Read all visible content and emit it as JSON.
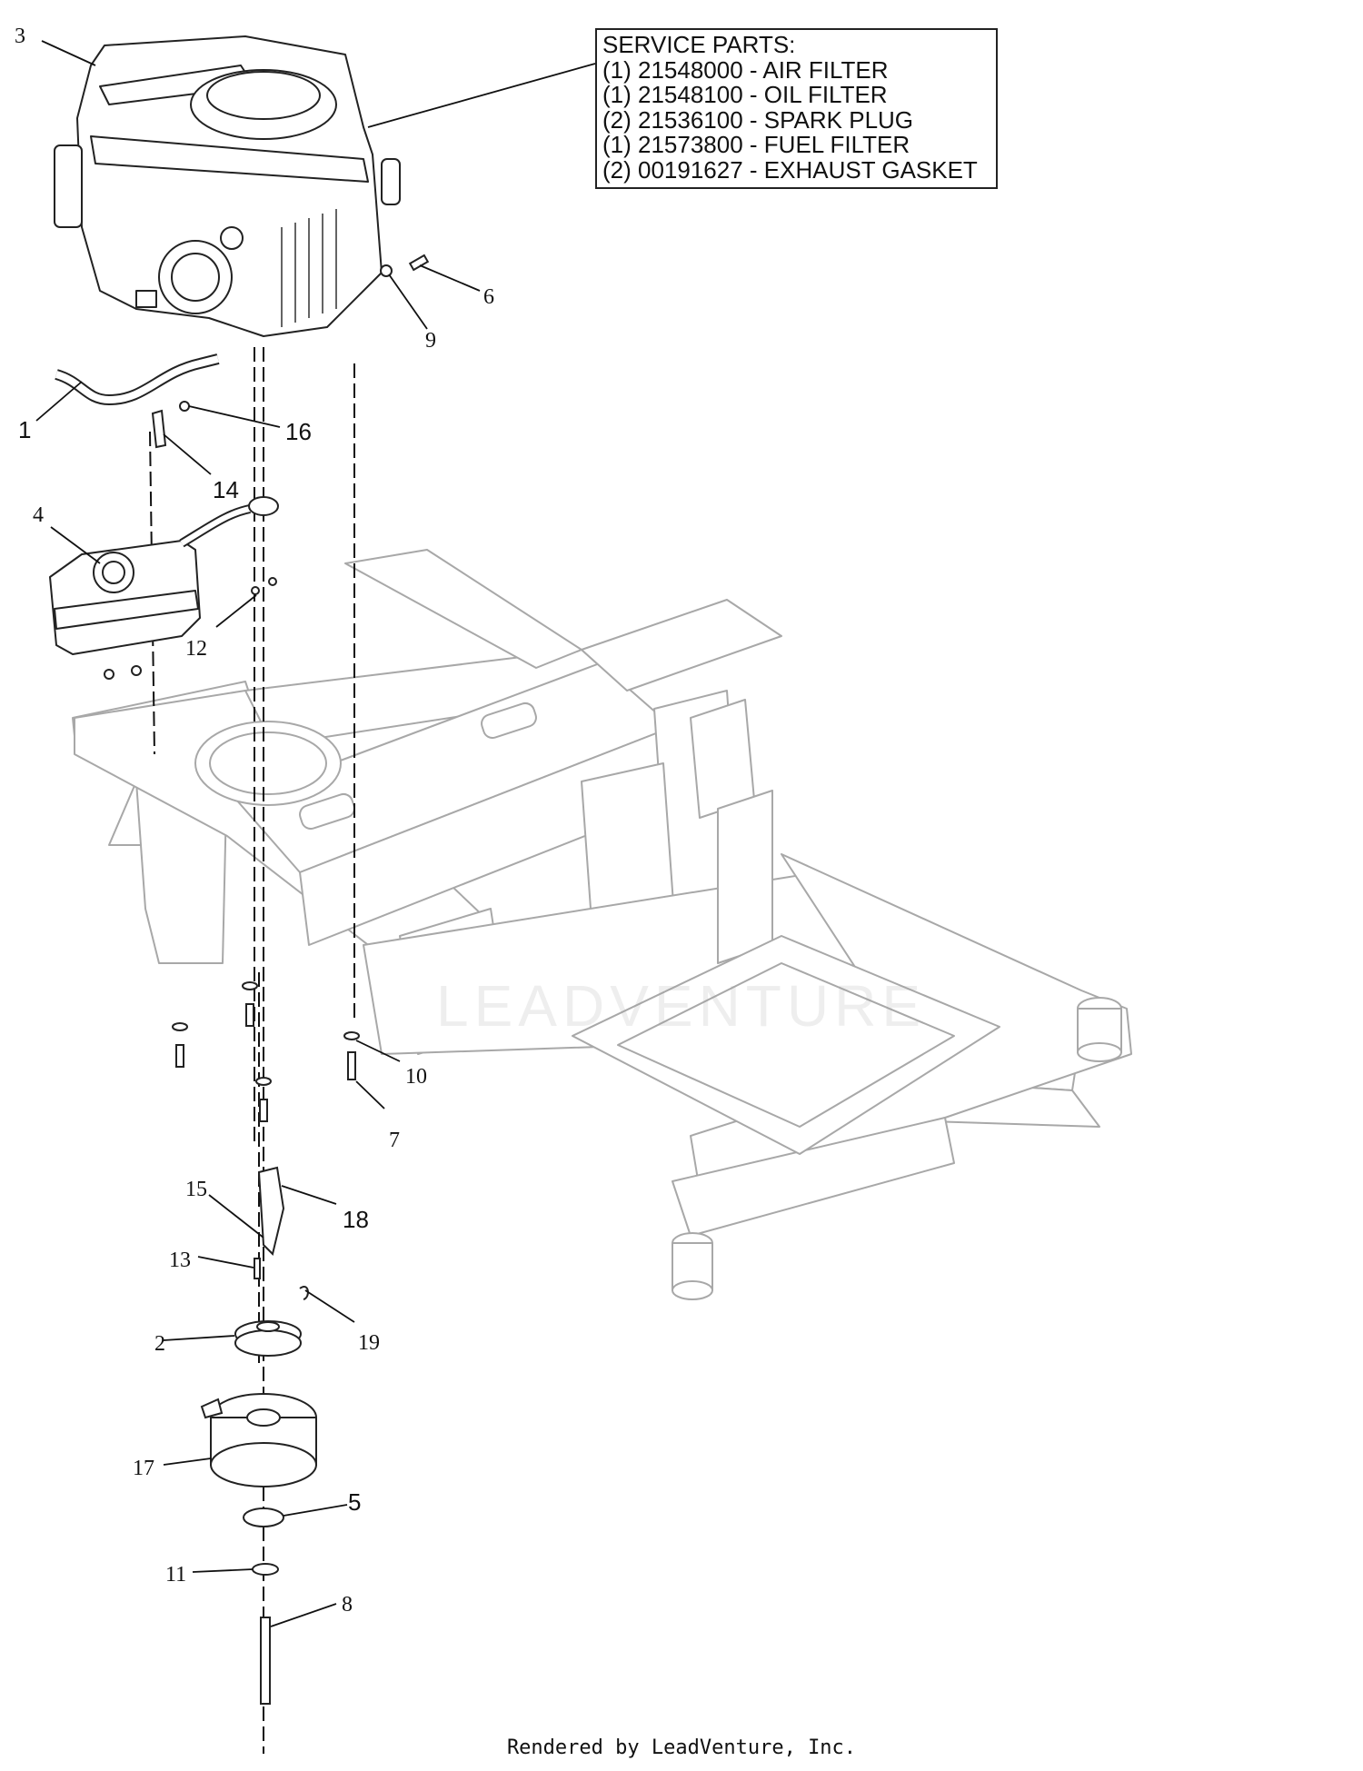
{
  "service_parts": {
    "heading": "SERVICE PARTS:",
    "items": [
      "(1) 21548000 - AIR FILTER",
      "(1) 21548100 - OIL FILTER",
      "(2) 21536100 - SPARK PLUG",
      "(1) 21573800 - FUEL FILTER",
      "(2) 00191627 - EXHAUST GASKET"
    ]
  },
  "callouts": {
    "c1": "1",
    "c2": "2",
    "c3": "3",
    "c4": "4",
    "c5": "5",
    "c6": "6",
    "c7": "7",
    "c8": "8",
    "c9": "9",
    "c10": "10",
    "c11": "11",
    "c12": "12",
    "c13": "13",
    "c14": "14",
    "c15": "15",
    "c16": "16",
    "c17": "17",
    "c18": "18",
    "c19": "19"
  },
  "watermark": "LEADVENTURE",
  "footer": "Rendered by LeadVenture, Inc.",
  "colors": {
    "line": "#222222",
    "frame": "#9a9a9a",
    "part": "#333333"
  }
}
